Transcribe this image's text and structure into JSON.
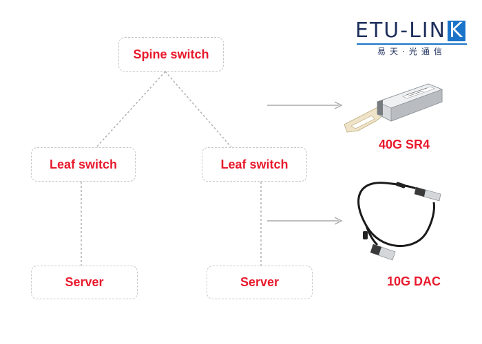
{
  "logo": {
    "text": "ETU-LIN",
    "accent_letter": "K",
    "subtitle": "易天·光通信",
    "colors": {
      "text": "#1e2f5c",
      "accent": "#1a74c9"
    }
  },
  "nodes": {
    "spine": "Spine switch",
    "leaf_left": "Leaf switch",
    "leaf_right": "Leaf switch",
    "server_left": "Server",
    "server_right": "Server"
  },
  "products": {
    "qsfp": {
      "label": "40G SR4",
      "icon": "qsfp-transceiver-icon"
    },
    "dac": {
      "label": "10G DAC",
      "icon": "dac-cable-icon"
    }
  },
  "colors": {
    "label_red": "#e8192c",
    "border_gray": "#c8c8c8",
    "connector_gray": "#b0b0b0",
    "arrow_gray": "#aaaaaa"
  }
}
